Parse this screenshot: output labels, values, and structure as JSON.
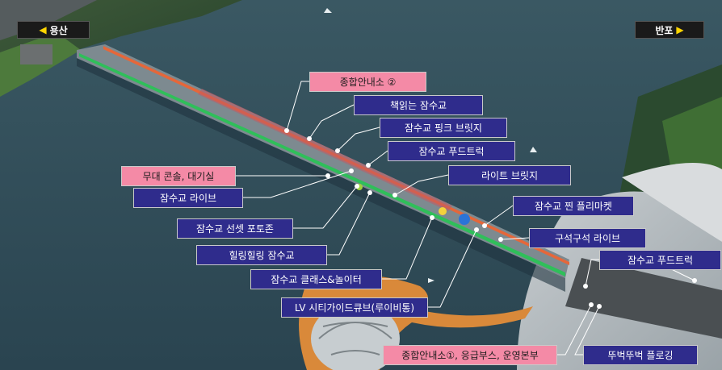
{
  "directions": {
    "left": {
      "label": "용산",
      "arrow": "◀"
    },
    "right": {
      "label": "반포",
      "arrow": "▶"
    }
  },
  "colors": {
    "river": "#2e4b57",
    "bridge_deck": "#7d8a90",
    "green_lane": "#2fbf5a",
    "orange_lane": "#e5673a",
    "label_navy": "#2f2c8c",
    "label_pink": "#f48aa6",
    "leader_line": "#ffffff"
  },
  "labels": [
    {
      "id": "info-2",
      "text": "종합안내소 ②",
      "style": "pink"
    },
    {
      "id": "book-reading",
      "text": "책읽는 잠수교",
      "style": "navy"
    },
    {
      "id": "pink-bridge",
      "text": "잠수교 핑크 브릿지",
      "style": "navy"
    },
    {
      "id": "food-truck-1",
      "text": "잠수교 푸드트럭",
      "style": "navy"
    },
    {
      "id": "stage-console",
      "text": "무대 콘솔, 대기실",
      "style": "pink"
    },
    {
      "id": "light-bridge",
      "text": "라이트 브릿지",
      "style": "navy"
    },
    {
      "id": "live",
      "text": "잠수교 라이브",
      "style": "navy"
    },
    {
      "id": "flea-market",
      "text": "잠수교 찐 플리마켓",
      "style": "navy"
    },
    {
      "id": "sunset-photo",
      "text": "잠수교 선셋 포토존",
      "style": "navy"
    },
    {
      "id": "corner-live",
      "text": "구석구석 라이브",
      "style": "navy"
    },
    {
      "id": "healing",
      "text": "힐링힐링 잠수교",
      "style": "navy"
    },
    {
      "id": "food-truck-2",
      "text": "잠수교 푸드트럭",
      "style": "navy"
    },
    {
      "id": "class-playground",
      "text": "잠수교 클래스&놀이터",
      "style": "navy"
    },
    {
      "id": "lv-cube",
      "text": "LV 시티가이드큐브(루이비통)",
      "style": "navy"
    },
    {
      "id": "info-1",
      "text": "종합안내소①, 응급부스, 운영본부",
      "style": "pink"
    },
    {
      "id": "plogging",
      "text": "뚜벅뚜벅 플로깅",
      "style": "navy"
    }
  ]
}
